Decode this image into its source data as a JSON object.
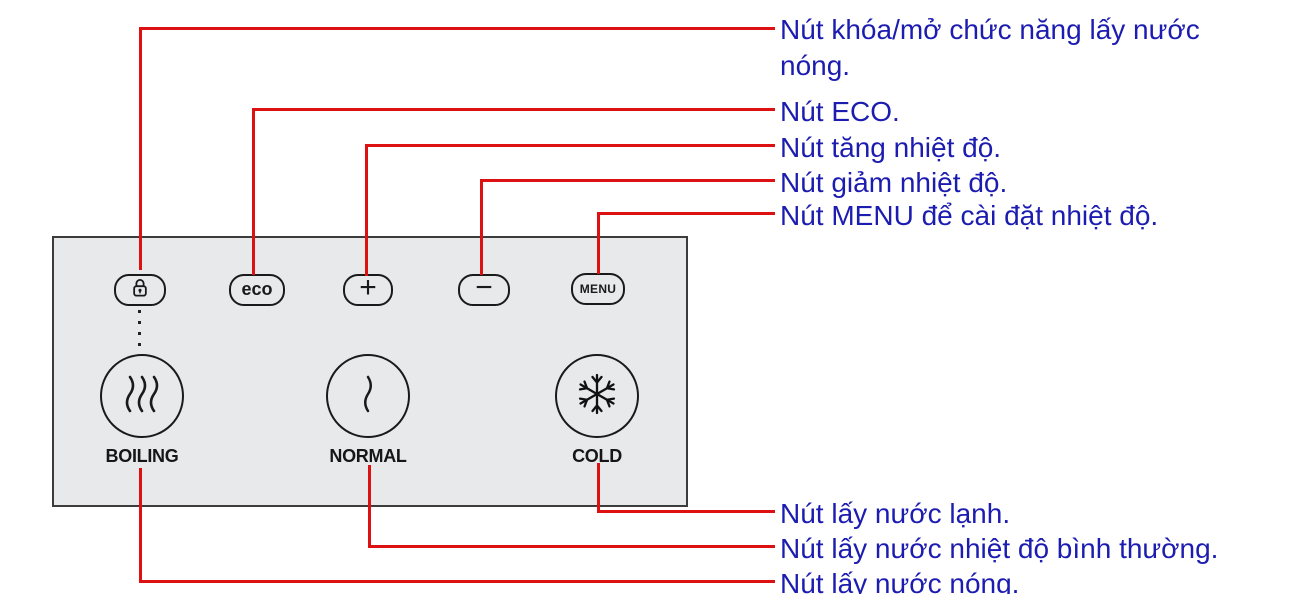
{
  "colors": {
    "annotation_red": "#dd1112",
    "annotation_blue": "#1c1cb0",
    "panel_fill": "#e8e9eb",
    "panel_border": "#3c3c3c",
    "control_stroke": "#1a1a1a"
  },
  "panel": {
    "top_buttons": [
      {
        "id": "lock",
        "icon": "lock-icon",
        "label": ""
      },
      {
        "id": "eco",
        "label": "eco"
      },
      {
        "id": "temp-up",
        "icon": "plus-icon",
        "label": "+"
      },
      {
        "id": "temp-down",
        "icon": "minus-icon",
        "label": "−"
      },
      {
        "id": "menu",
        "label": "MENU"
      }
    ],
    "dispense_buttons": [
      {
        "id": "boiling",
        "icon": "steam-icon",
        "label": "BOILING"
      },
      {
        "id": "normal",
        "icon": "wave-icon",
        "label": "NORMAL"
      },
      {
        "id": "cold",
        "icon": "snowflake-icon",
        "label": "COLD"
      }
    ]
  },
  "annotations": {
    "top": [
      "Nút khóa/mở chức năng lấy nước\nnóng.",
      "Nút ECO.",
      "Nút tăng nhiệt độ.",
      "Nút giảm nhiệt độ.",
      "Nút MENU để cài đặt nhiệt độ."
    ],
    "bottom": [
      "Nút lấy nước lạnh.",
      "Nút lấy nước nhiệt độ bình thường.",
      "Nút lấy nước nóng."
    ]
  }
}
